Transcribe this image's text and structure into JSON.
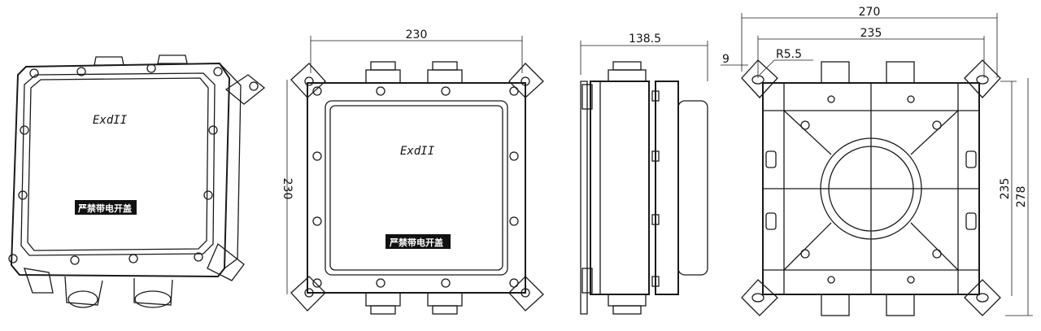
{
  "iso_view": {
    "marking": "ExdII",
    "warning_label": "严禁带电开盖"
  },
  "front_view": {
    "marking": "ExdII",
    "warning_label": "严禁带电开盖",
    "width_dim": "230",
    "height_dim": "230"
  },
  "side_view": {
    "depth_dim": "138.5"
  },
  "back_view": {
    "overall_width_dim": "270",
    "mount_width_dim": "235",
    "hole_radius_dim": "R5.5",
    "slot_dim": "9",
    "mount_height_dim": "235",
    "overall_height_dim": "278"
  }
}
